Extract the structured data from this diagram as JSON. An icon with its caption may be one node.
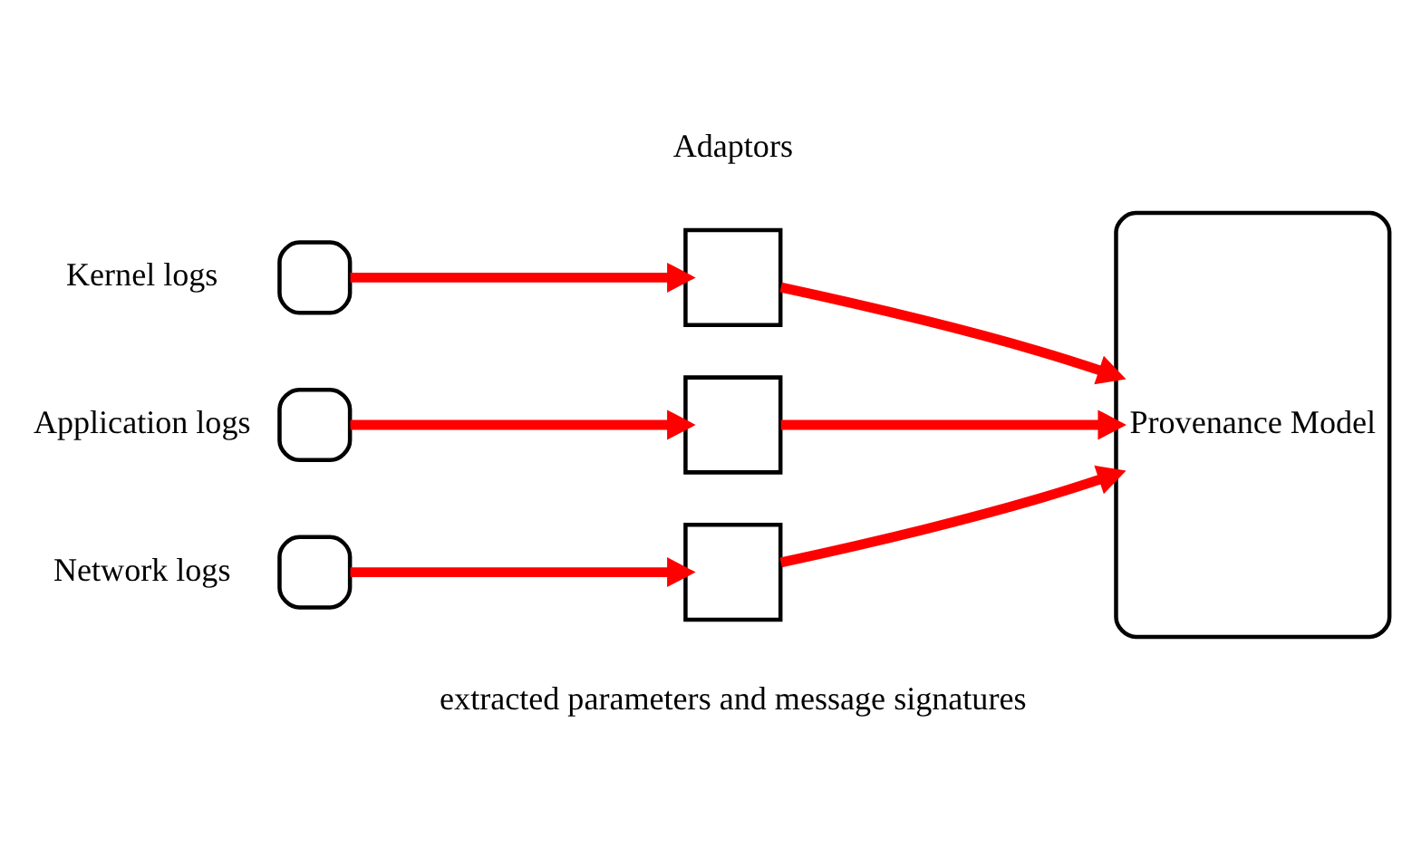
{
  "diagram": {
    "nodes": [
      {
        "text": [],
        "shape": "box",
        "beside": [
          "Kernel logs"
        ]
      },
      {
        "text": [],
        "shape": "box",
        "beside": [
          "Application logs"
        ]
      },
      {
        "text": [],
        "shape": "box",
        "beside": [
          "Network logs"
        ]
      },
      {
        "text": [],
        "shape": "box"
      },
      {
        "text": [],
        "shape": "box"
      },
      {
        "text": [],
        "shape": "box"
      },
      {
        "text": [
          "Provenance Model"
        ]
      }
    ],
    "edges": [
      {
        "from": 0,
        "to": 3,
        "arrow": "to",
        "color": "#ff0000"
      },
      {
        "from": 3,
        "to": 6,
        "arrow": "to",
        "color": "#ff0000"
      },
      {
        "from": 1,
        "to": 4,
        "arrow": "to",
        "color": "#ff0000"
      },
      {
        "from": 4,
        "to": 6,
        "arrow": "to",
        "color": "#ff0000"
      },
      {
        "from": 2,
        "to": 5,
        "arrow": "to",
        "color": "#ff0000"
      },
      {
        "from": 5,
        "to": 6,
        "arrow": "to",
        "color": "#ff0000"
      }
    ],
    "labels": [
      "Adaptors",
      "extracted parameters and message signatures"
    ]
  }
}
